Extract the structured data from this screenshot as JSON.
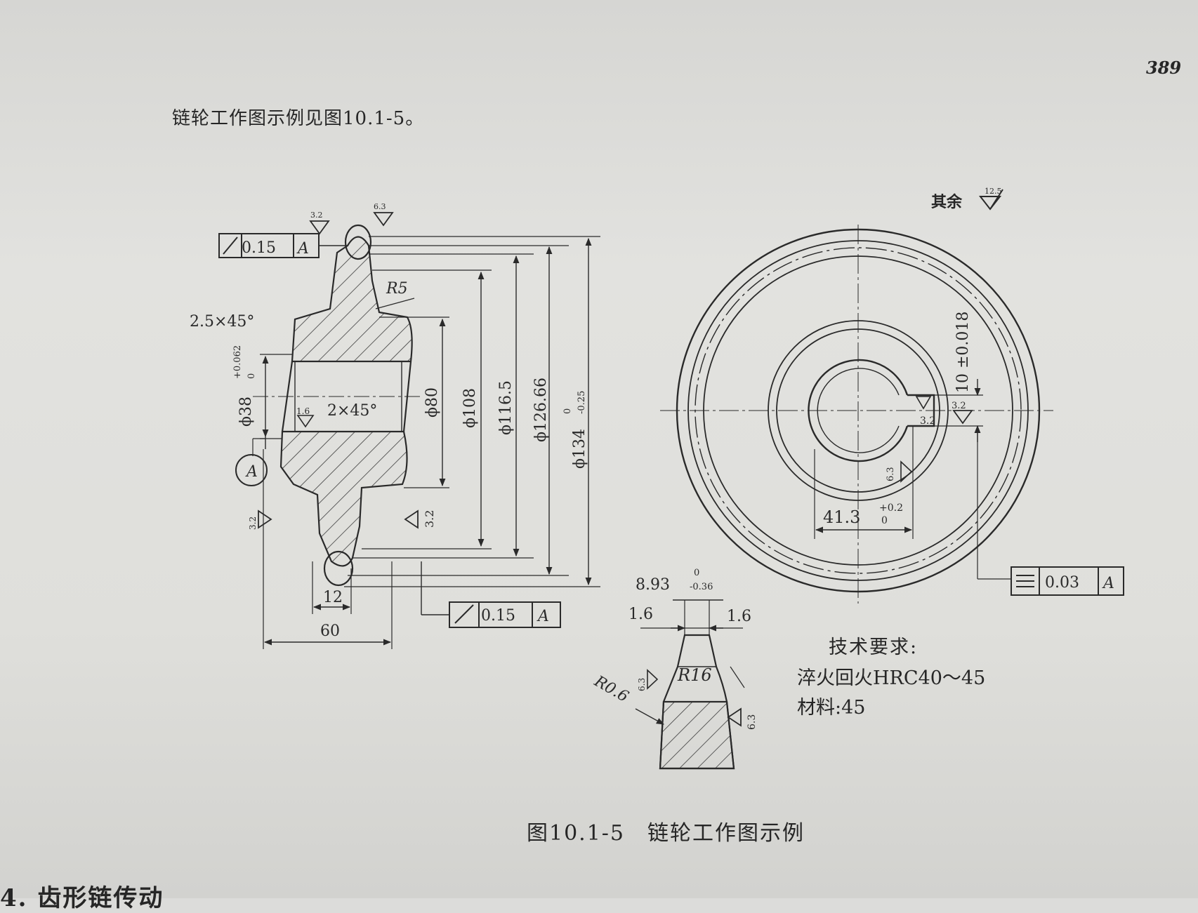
{
  "page_number": "389",
  "intro_text": "链轮工作图示例见图10.1-5。",
  "caption": "图10.1-5　链轮工作图示例",
  "rest_roughness": {
    "label": "其余",
    "value": "12.5"
  },
  "technical_requirements": {
    "title": "技术要求:",
    "line1": "淬火回火HRC40～45",
    "line2": "材料:45"
  },
  "bottom_heading": "4. 齿形链传动",
  "section_view": {
    "tol_top": {
      "value": "0.15",
      "datum": "A"
    },
    "tol_bottom": {
      "value": "0.15",
      "datum": "A"
    },
    "roughness_top1": "3.2",
    "roughness_top2": "6.3",
    "roughness_bore": "1.6",
    "roughness_left": "3.2",
    "roughness_right": "3.2",
    "radius": "R5",
    "chamfer_outer": "2.5×45°",
    "chamfer_inner": "2×45°",
    "bore_dia": "ϕ38",
    "bore_tol_upper": "+0.062",
    "bore_tol_lower": "0",
    "datum_label": "A",
    "dia_80": "ϕ80",
    "dia_108": "ϕ108",
    "dia_116": "ϕ116.5",
    "dia_126": "ϕ126.66",
    "dia_134": "ϕ134",
    "dia_134_tol_upper": "0",
    "dia_134_tol_lower": "-0.25",
    "width_12": "12",
    "width_60": "60"
  },
  "front_view": {
    "keyway_width": "10 ±0.018",
    "keyway_depth": "41.3",
    "keyway_depth_tol_upper": "+0.2",
    "keyway_depth_tol_lower": "0",
    "roughness_key1": "3.2",
    "roughness_key2": "3.2",
    "roughness_key3": "6.3",
    "sym_tol": {
      "value": "0.03",
      "datum": "A"
    }
  },
  "tooth_profile": {
    "width": "8.93",
    "width_tol_upper": "0",
    "width_tol_lower": "-0.36",
    "left_chamfer": "1.6",
    "right_chamfer": "1.6",
    "radius_16": "R16",
    "radius_06": "R0.6",
    "roughness_left": "6.3",
    "roughness_right": "6.3"
  }
}
